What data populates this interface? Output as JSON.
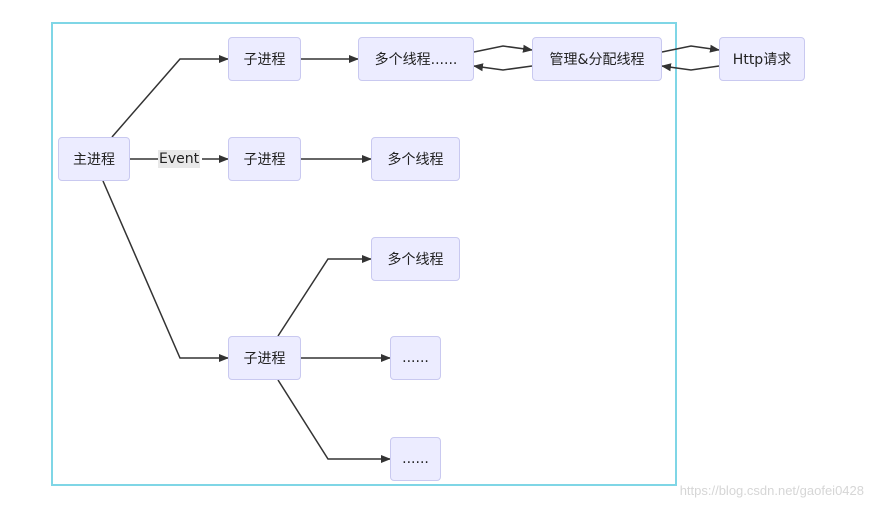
{
  "diagram": {
    "nodes": {
      "main": "主进程",
      "child1": "子进程",
      "threads1": "多个线程......",
      "manage": "管理&分配线程",
      "http": "Http请求",
      "child2": "子进程",
      "threads2": "多个线程",
      "child3": "子进程",
      "threads3": "多个线程",
      "dots1": "......",
      "dots2": "......"
    },
    "edge_labels": {
      "event": "Event"
    }
  },
  "watermark": "https://blog.csdn.net/gaofei0428"
}
